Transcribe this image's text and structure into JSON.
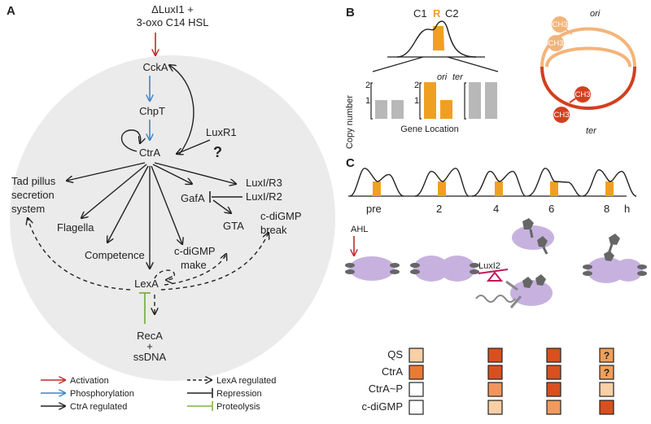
{
  "panel_a": {
    "label": "A",
    "stimulus_line1": "ΔLuxI1 +",
    "stimulus_line2": "3-oxo C14 HSL",
    "nodes": {
      "ckka": "CckA",
      "chpt": "ChpT",
      "ctra": "CtrA",
      "luxr1": "LuxR1",
      "unknown": "?",
      "tad_line1": "Tad pillus",
      "tad_line2": "secretion",
      "tad_line3": "system",
      "luxi_r3": "LuxI/R3",
      "luxi_r2": "LuxI/R2",
      "gafa": "GafA",
      "flagella": "Flagella",
      "gta": "GTA",
      "cdigmp_break_line1": "c-diGMP",
      "cdigmp_break_line2": "break",
      "competence": "Competence",
      "cdigmp_make_line1": "c-diGMP",
      "cdigmp_make_line2": "make",
      "lexa": "LexA",
      "reca_line1": "RecA",
      "reca_line2": "+",
      "reca_line3": "ssDNA"
    },
    "legend": {
      "activation": "Activation",
      "phosphorylation": "Phosphorylation",
      "ctra_regulated": "CtrA regulated",
      "lexa_regulated": "LexA regulated",
      "repression": "Repression",
      "proteolysis": "Proteolysis"
    }
  },
  "panel_b": {
    "label": "B",
    "c1": "C1",
    "r": "R",
    "c2": "C2",
    "ylabel": "Copy number",
    "xlabel": "Gene Location",
    "ori": "ori",
    "ter": "ter",
    "tick_2": "2",
    "tick_1": "1",
    "ch3": "CH3",
    "copy_numbers": {
      "left": [
        1,
        1
      ],
      "middle": [
        2,
        1
      ],
      "right": [
        2,
        2
      ]
    }
  },
  "panel_c": {
    "label": "C",
    "timepoints": [
      "pre",
      "2",
      "4",
      "6",
      "8"
    ],
    "time_unit": "h",
    "ahl": "AHL",
    "luxi2": "LuxI2",
    "rows": [
      "QS",
      "CtrA",
      "CtrA~P",
      "c-diGMP"
    ],
    "question": "?",
    "colors": {
      "orange": "#f0a020",
      "activation": "#c62828",
      "phosphorylation": "#3a86c8",
      "proteolysis": "#7cb342",
      "ori_light": "#f3b47a",
      "ter_dark": "#d2401e",
      "cell": "#c7b2df"
    },
    "heat_levels": [
      [
        "#f9cfa6",
        "#d8501e",
        "#d8501e",
        "#f0a05a"
      ],
      [
        "#ec7a32",
        "#d8501e",
        "#d8501e",
        "#f0a05a"
      ],
      [
        "#ffffff",
        "#f3955a",
        "#d8501e",
        "#f9cfa6"
      ],
      [
        "#ffffff",
        "#f9cfa6",
        "#f29a5c",
        "#d8501e"
      ]
    ]
  }
}
